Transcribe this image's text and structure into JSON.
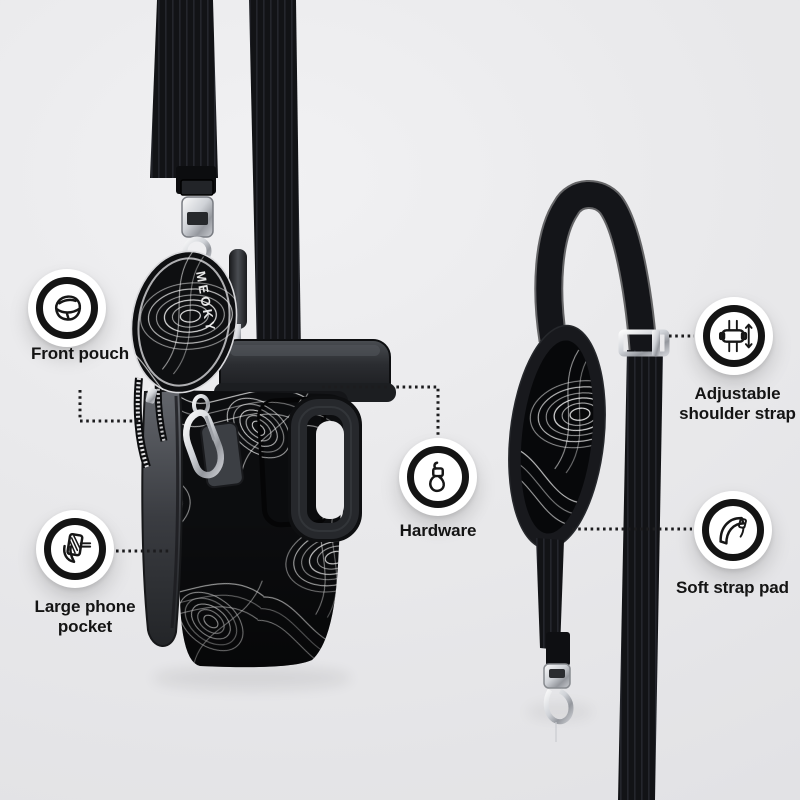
{
  "scene": {
    "description": "Product feature showcase of a black tumbler carrier bag with swirl pattern and detachable shoulder strap",
    "brand_logo_text": "MEOKY",
    "background_color": "#e9e9eb",
    "product_color": "#101113",
    "pattern_line_color": "#ffffff",
    "label_text_color": "#141414",
    "metal_color": "#c7cacf"
  },
  "callouts": [
    {
      "id": "front-pouch",
      "label": "Front pouch",
      "icon": "pouch-icon"
    },
    {
      "id": "large-phone-pocket",
      "label": "Large phone pocket",
      "icon": "phone-pocket-icon"
    },
    {
      "id": "hardware",
      "label": "Hardware",
      "icon": "carabiner-icon"
    },
    {
      "id": "adjustable-shoulder-strap",
      "label": "Adjustable shoulder strap",
      "icon": "strap-adjuster-icon"
    },
    {
      "id": "soft-strap-pad",
      "label": "Soft strap pad",
      "icon": "strap-pad-icon"
    }
  ]
}
